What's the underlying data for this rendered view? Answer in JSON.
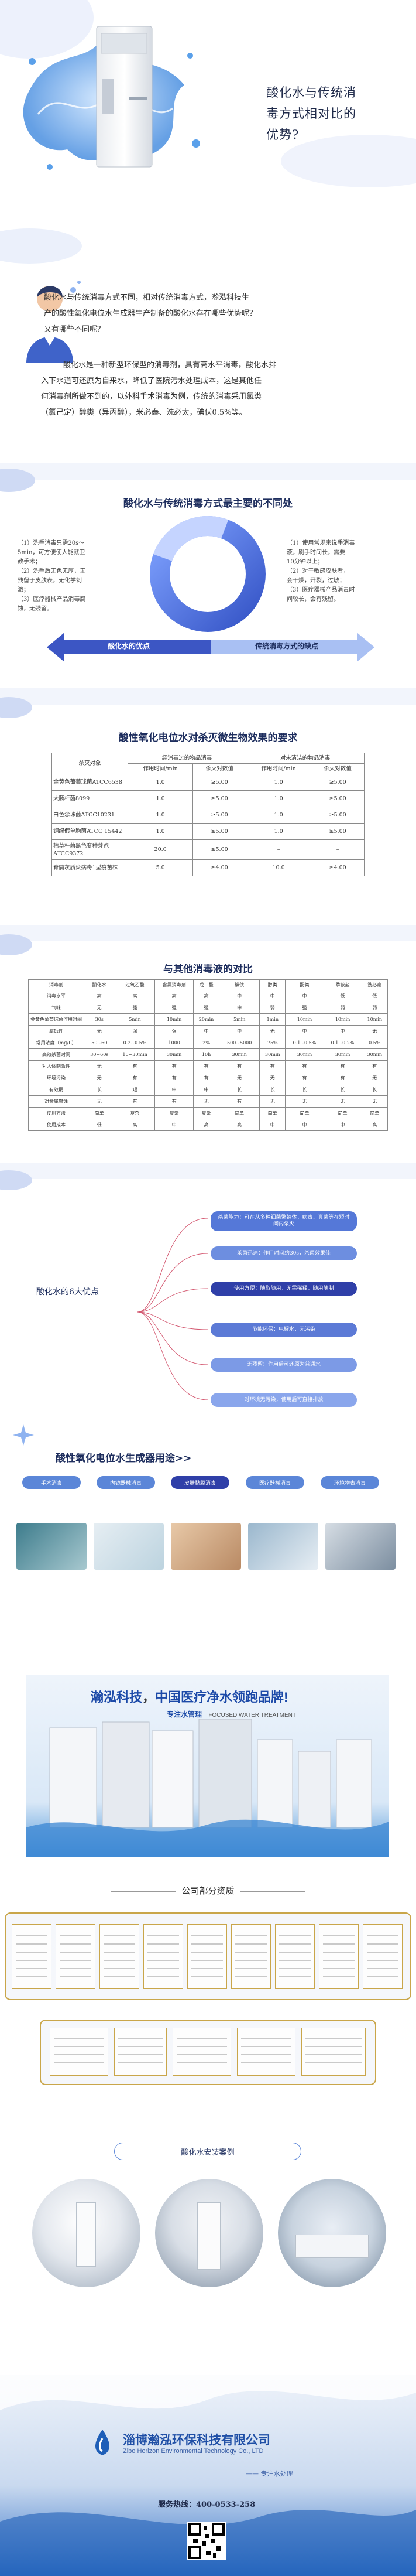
{
  "hero": {
    "title_line1": "酸化水与传统消",
    "title_line2": "毒方式相对比的",
    "title_line3": "优势?"
  },
  "intro": {
    "lines": [
      "酸化水与传统消毒方式不同，相对传统消毒方式，瀚泓科技生",
      "产的酸性氧化电位水生成器生产制备的酸化水存在哪些优势呢？",
      "又有哪些不同呢？"
    ],
    "para2": [
      "酸化水是一种新型环保型的消毒剂，具有高水平消毒，酸化水排",
      "入下水道可还原为自来水，降低了医院污水处理成本，这是其他任",
      "何消毒剂所做不到的，以外科手术消毒为例，传统的消毒采用氯类",
      "（氯己定）醇类（异丙醇），米必泰、洗必太，碘伏0.5%等。"
    ]
  },
  "diff": {
    "title": "酸化水与传统消毒方式最主要的不同处",
    "left_items": [
      "（1）洗手消毒只需20s～",
      "5min，可方便使人能就卫",
      "教手术；",
      "（2）洗手后无色无厚，无",
      "残留于皮肤表，无化学刺",
      "激；",
      "（3）医疗器械产品消毒腐",
      "蚀，无残留。"
    ],
    "right_items": [
      "（1）使用常规来说手消毒",
      "液，刷手时间长，需要",
      "10分钟以上；",
      "（2）对于敏感皮肤者，",
      "会干燥，开裂，过敏；",
      "（3）医疗器械产品消毒时",
      "间较长，会有残留。"
    ],
    "left_arrow": "酸化水的优点",
    "right_arrow": "传统消毒方式的缺点"
  },
  "kill_table": {
    "title": "酸性氧化电位水对杀灭微生物效果的要求",
    "group1": "经消毒过的物品消毒",
    "group2": "对未清洁的物品消毒",
    "sub": [
      "作用时间/min",
      "杀灭对数值",
      "作用时间/min",
      "杀灭对数值"
    ],
    "col0": "杀灭对象",
    "rows": [
      [
        "金黄色葡萄球菌ATCC6538",
        "1.0",
        "≥5.00",
        "1.0",
        "≥5.00"
      ],
      [
        "大肠杆菌8099",
        "1.0",
        "≥5.00",
        "1.0",
        "≥5.00"
      ],
      [
        "白色念珠菌ATCC10231",
        "1.0",
        "≥5.00",
        "1.0",
        "≥5.00"
      ],
      [
        "铜绿假单胞菌ATCC 15442",
        "1.0",
        "≥5.00",
        "1.0",
        "≥5.00"
      ],
      [
        "枯草杆菌黑色变种芽孢ATCC9372",
        "20.0",
        "≥5.00",
        "–",
        "–"
      ],
      [
        "脊髓灰质炎病毒1型疫苗株",
        "5.0",
        "≥4.00",
        "10.0",
        "≥4.00"
      ]
    ]
  },
  "compare_table": {
    "title": "与其他消毒液的对比",
    "header": [
      "消毒剂",
      "酸化水",
      "过氧乙酸",
      "含氯消毒剂",
      "戊二醛",
      "碘伏",
      "醇类",
      "酚类",
      "季铵盐",
      "洗必泰"
    ],
    "rows": [
      [
        "消毒水平",
        "高",
        "高",
        "高",
        "高",
        "中",
        "中",
        "中",
        "低",
        "低"
      ],
      [
        "气味",
        "无",
        "强",
        "强",
        "强",
        "中",
        "弱",
        "强",
        "弱",
        "弱"
      ],
      [
        "金黄色葡萄球菌作用时间",
        "30s",
        "5min",
        "10min",
        "20min",
        "5min",
        "1min",
        "10min",
        "10min",
        "10min"
      ],
      [
        "腐蚀性",
        "无",
        "强",
        "强",
        "中",
        "中",
        "无",
        "中",
        "中",
        "无"
      ],
      [
        "常用浓度（mg/L）",
        "50~60",
        "0.2~0.5%",
        "1000",
        "2%",
        "500~5000",
        "75%",
        "0.1~0.5%",
        "0.1~0.2%",
        "0.5%"
      ],
      [
        "高效杀菌时间",
        "30~60s",
        "10~30min",
        "30min",
        "10h",
        "30min",
        "30min",
        "30min",
        "30min",
        "30min"
      ],
      [
        "对人体刺激性",
        "无",
        "有",
        "有",
        "有",
        "有",
        "有",
        "有",
        "有",
        "有"
      ],
      [
        "环境污染",
        "无",
        "有",
        "有",
        "有",
        "无",
        "无",
        "有",
        "有",
        "无"
      ],
      [
        "有效期",
        "长",
        "短",
        "中",
        "中",
        "长",
        "长",
        "长",
        "长",
        "长"
      ],
      [
        "对金属腐蚀",
        "无",
        "有",
        "有",
        "无",
        "有",
        "无",
        "无",
        "无",
        "无"
      ],
      [
        "使用方法",
        "简单",
        "复杂",
        "复杂",
        "复杂",
        "简单",
        "简单",
        "简单",
        "简单",
        "简单"
      ],
      [
        "使用成本",
        "低",
        "高",
        "中",
        "高",
        "高",
        "中",
        "中",
        "中",
        "高"
      ]
    ]
  },
  "advantages": {
    "label": "酸化水的6大优点",
    "items": [
      "杀菌能力：可在从多种细菌繁殖体，病毒、真菌等在短时间内杀灭",
      "杀菌迅速：作用时间约30s，杀菌效果佳",
      "使用方便：随取随用，无需稀释，随用随制",
      "节能环保：电解水，无污染",
      "无残留：作用后可还原为普通水",
      "对环境无污染，使用后可直接排放"
    ]
  },
  "usage": {
    "title": "酸性氧化电位水生成器用途>>",
    "tags": [
      "手术消毒",
      "内镜器械消毒",
      "皮肤黏膜消毒",
      "医疗器械消毒",
      "环境物表消毒"
    ]
  },
  "banner": {
    "brand": "瀚泓科技",
    "slogan": "中国医疗净水领跑品牌!",
    "sub1": "专注水管理",
    "sub2": "FOCUSED WATER TREATMENT"
  },
  "qualifications": {
    "title": "公司部分资质"
  },
  "cases": {
    "title": "酸化水安装案例"
  },
  "footer": {
    "company_cn": "淄博瀚泓环保科技有限公司",
    "company_en": "Zibo Horizon Environmental Technology Co., LTD",
    "motto": "—— 专注水处理",
    "hotline_label": "服务热线：",
    "hotline": "400-0533-258"
  },
  "colors": {
    "accent": "#3f63c9",
    "navy": "#1e2e5e",
    "light": "#e9eefb"
  }
}
